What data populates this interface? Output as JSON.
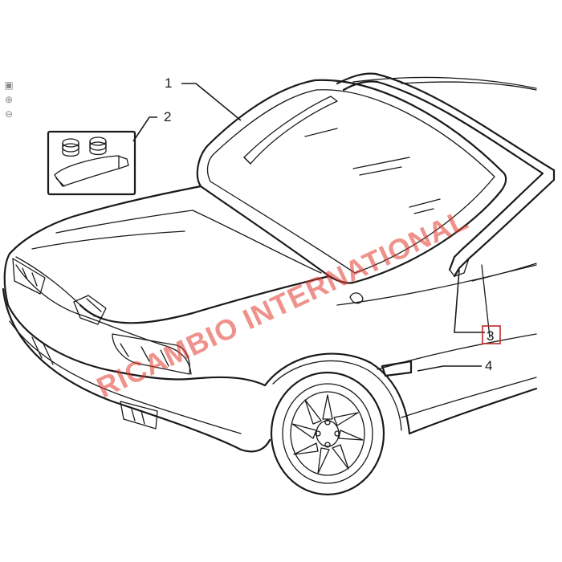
{
  "toolbar": {
    "fit_icon": "fit-to-page-icon",
    "zoom_in_icon": "zoom-in-icon",
    "zoom_out_icon": "zoom-out-icon"
  },
  "callouts": [
    {
      "id": "1",
      "label": "1",
      "boxed": false
    },
    {
      "id": "2",
      "label": "2",
      "boxed": false
    },
    {
      "id": "3",
      "label": "3",
      "boxed": true
    },
    {
      "id": "4",
      "label": "4",
      "boxed": false
    }
  ],
  "watermark": {
    "text": "RICAMBIO INTERNATIONAL",
    "color": "#e0392b"
  },
  "colors": {
    "line": "#1a1a1a",
    "highlight_box": "#c0282a"
  }
}
